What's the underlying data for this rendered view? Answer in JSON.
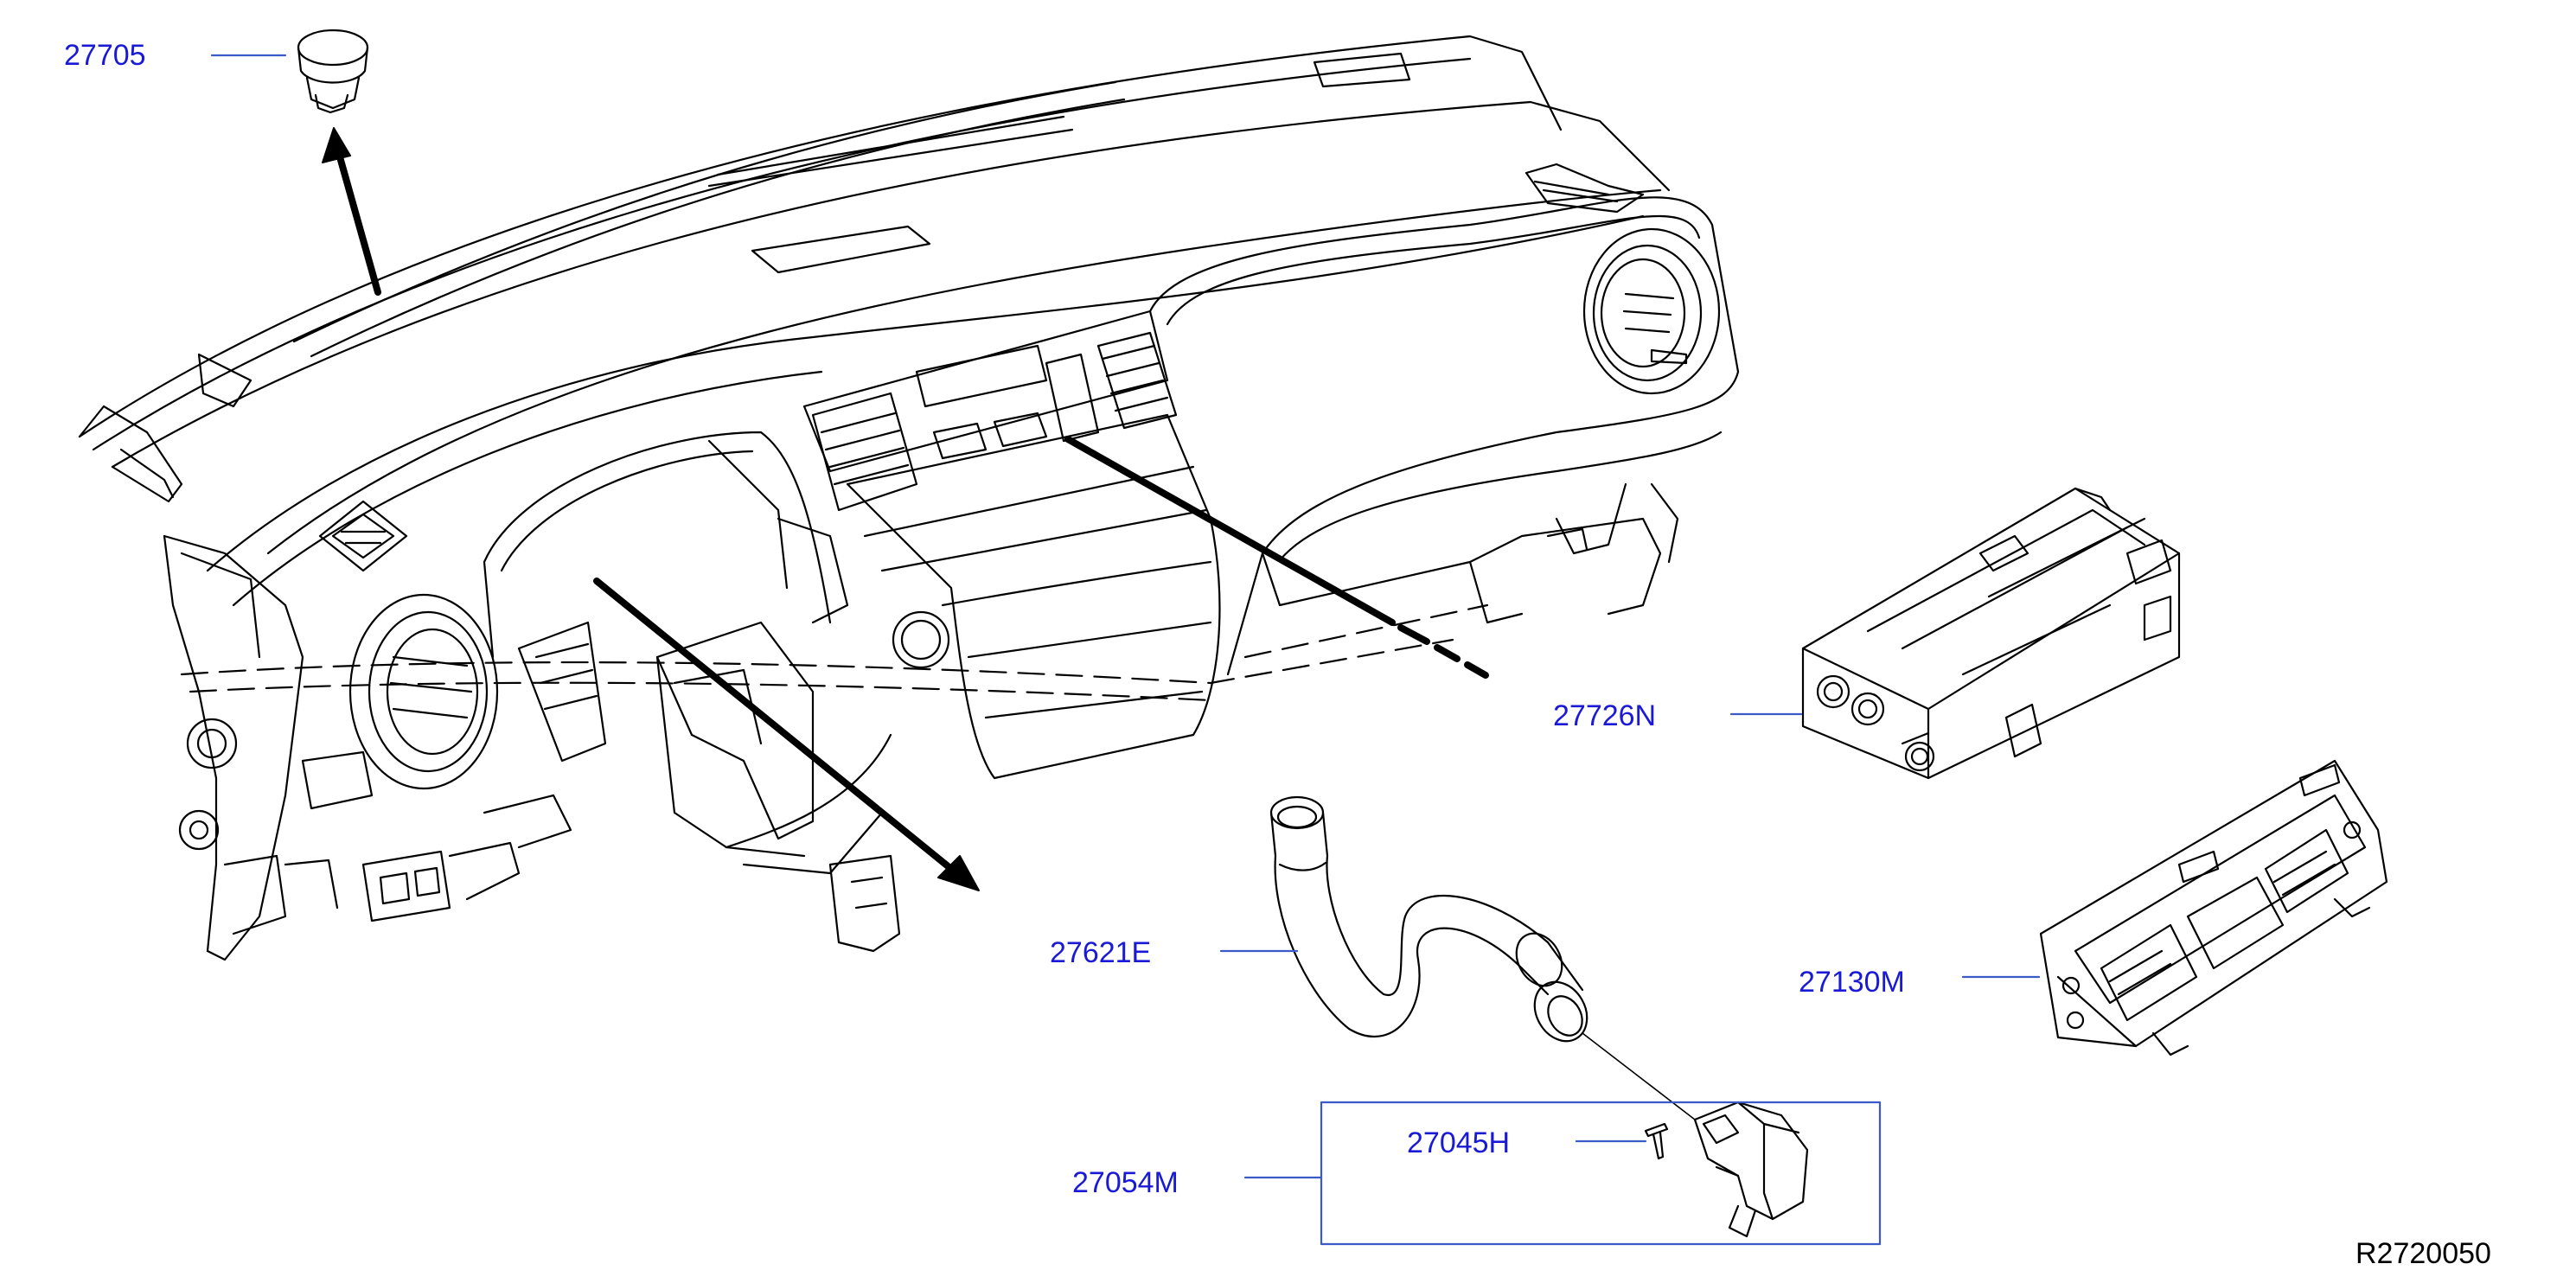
{
  "colors": {
    "label": "#1a1ad6",
    "leader": "#3a5bc7",
    "linework": "#000000",
    "box": "#3a5bc7",
    "code": "#000000"
  },
  "parts": [
    {
      "number": "27705",
      "name": "clip"
    },
    {
      "number": "27726N",
      "name": "heater-control-unit"
    },
    {
      "number": "27621E",
      "name": "aspirator-duct"
    },
    {
      "number": "27130M",
      "name": "ac-control-panel"
    },
    {
      "number": "27045H",
      "name": "screw"
    },
    {
      "number": "27054M",
      "name": "in-car-sensor-assembly"
    }
  ],
  "diagram_code": "R2720050"
}
